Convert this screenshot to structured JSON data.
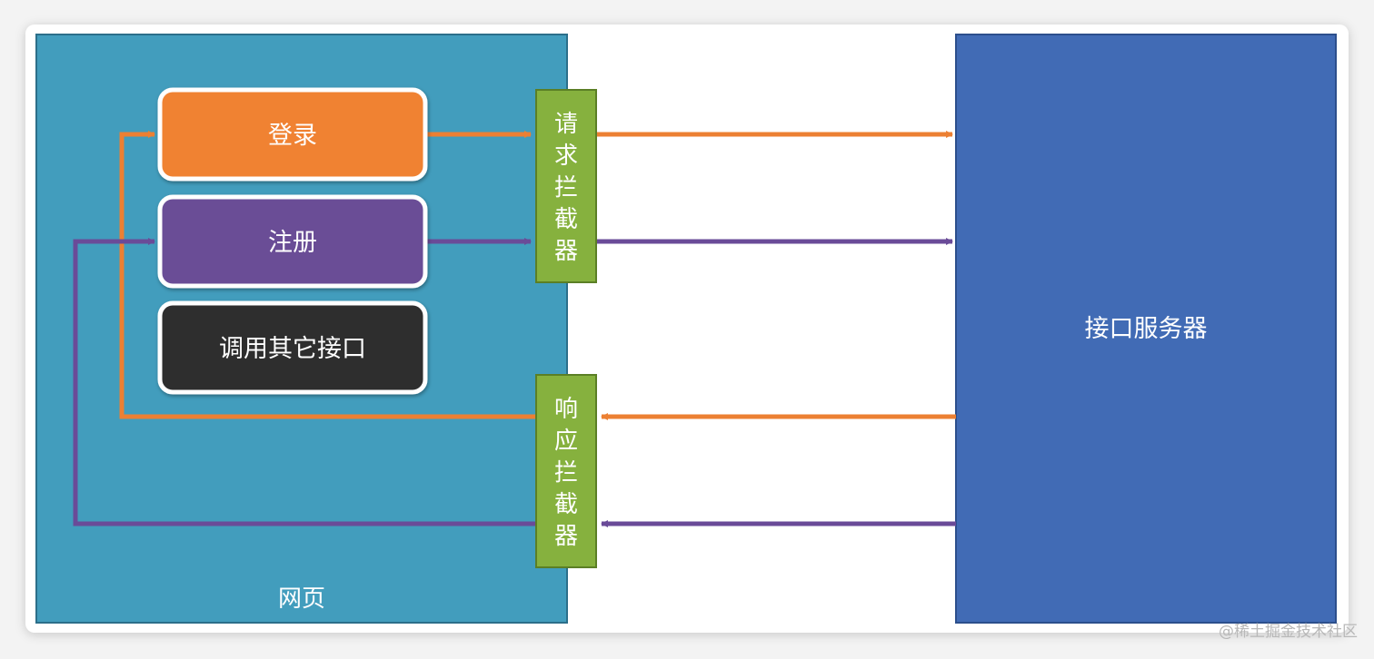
{
  "webpage": {
    "label": "网页",
    "color": "#429dbd"
  },
  "server": {
    "label": "接口服务器",
    "color": "#416bb5"
  },
  "buttons": {
    "login": {
      "label": "登录",
      "color": "#f08231"
    },
    "register": {
      "label": "注册",
      "color": "#6b4e96"
    },
    "other": {
      "label": "调用其它接口",
      "color": "#2d2d2d"
    }
  },
  "interceptors": {
    "request": {
      "chars": [
        "请",
        "求",
        "拦",
        "截",
        "器"
      ],
      "color": "#86b13e"
    },
    "response": {
      "chars": [
        "响",
        "应",
        "拦",
        "截",
        "器"
      ],
      "color": "#86b13e"
    }
  },
  "arrows": {
    "login_color": "#ec8033",
    "register_color": "#6a4b98"
  },
  "watermark": "@稀土掘金技术社区"
}
